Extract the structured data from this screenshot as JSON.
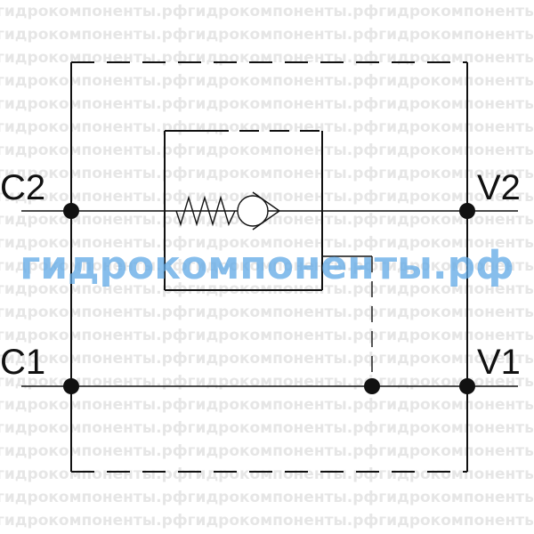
{
  "watermark": {
    "tile_text": "гидрокомпоненты.рфгидрокомпоненты.рфгидрокомпоненты.рф",
    "main_text": "гидрокомпоненты.рф",
    "tile_color": "#e6e6e6",
    "main_color": "#5fa8e6"
  },
  "ports": {
    "c2": "C2",
    "c1": "C1",
    "v2": "V2",
    "v1": "V1"
  },
  "colors": {
    "line": "#111111",
    "background": "#ffffff"
  }
}
